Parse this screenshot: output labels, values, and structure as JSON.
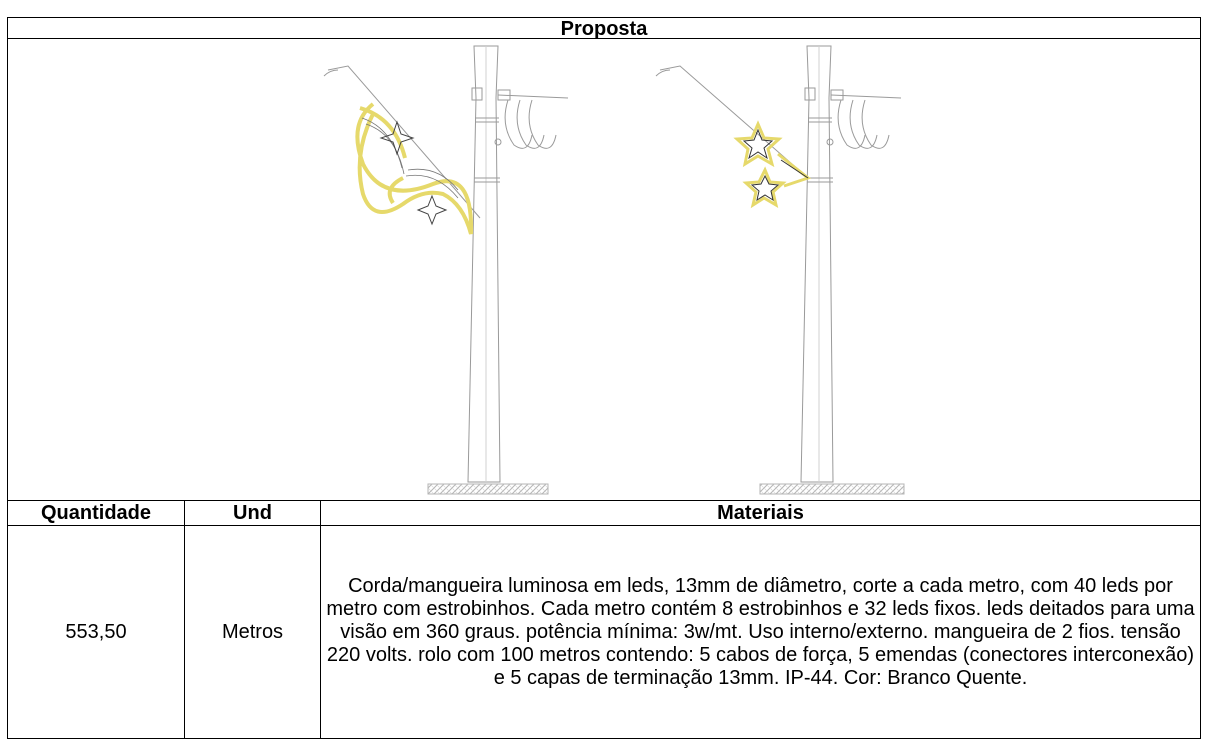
{
  "header": {
    "title": "Proposta"
  },
  "table": {
    "columns": [
      "Quantidade",
      "Und",
      "Materiais"
    ],
    "rows": [
      {
        "quantidade": "553,50",
        "und": "Metros",
        "materiais": "Corda/mangueira luminosa em leds, 13mm de diâmetro, corte a cada metro, com 40 leds por metro com estrobinhos. Cada metro contém 8 estrobinhos e 32 leds fixos. leds deitados para uma visão em 360 graus. potência mínima: 3w/mt. Uso interno/externo. mangueira de 2 fios. tensão 220 volts. rolo com 100 metros contendo: 5 cabos de força, 5 emendas (conectores interconexão) e 5 capas de terminação 13mm. IP-44. Cor: Branco Quente."
      }
    ]
  },
  "drawing": {
    "highlight_color": "#e6d96b",
    "line_color": "#9a9a9a",
    "ground_color": "#b5b5b5"
  }
}
